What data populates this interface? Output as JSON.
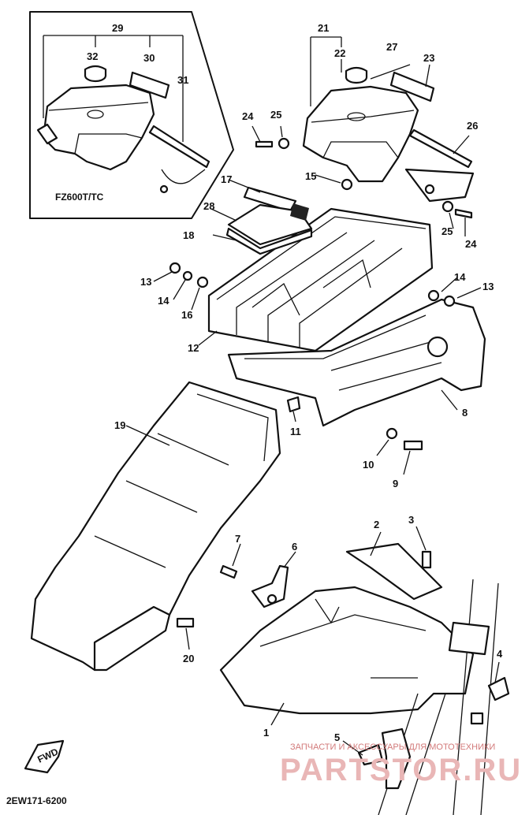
{
  "diagram": {
    "model_label": "FZ600T/TC",
    "drawing_code": "2EW171-6200",
    "fwd_arrow_label": "FWD",
    "watermark_line1": "ЗАПЧАСТИ И АКСЕССУАРЫ ДЛЯ МОТОТЕХНИКИ",
    "watermark_line2": "PARTSTOR.RU",
    "callouts": [
      {
        "id": "c1",
        "text": "1"
      },
      {
        "id": "c2",
        "text": "2"
      },
      {
        "id": "c3",
        "text": "3"
      },
      {
        "id": "c4",
        "text": "4"
      },
      {
        "id": "c5",
        "text": "5"
      },
      {
        "id": "c6",
        "text": "6"
      },
      {
        "id": "c7",
        "text": "7"
      },
      {
        "id": "c8",
        "text": "8"
      },
      {
        "id": "c9",
        "text": "9"
      },
      {
        "id": "c10",
        "text": "10"
      },
      {
        "id": "c11",
        "text": "11"
      },
      {
        "id": "c12",
        "text": "12"
      },
      {
        "id": "c13a",
        "text": "13"
      },
      {
        "id": "c13b",
        "text": "13"
      },
      {
        "id": "c14a",
        "text": "14"
      },
      {
        "id": "c14b",
        "text": "14"
      },
      {
        "id": "c15",
        "text": "15"
      },
      {
        "id": "c16",
        "text": "16"
      },
      {
        "id": "c17",
        "text": "17"
      },
      {
        "id": "c18",
        "text": "18"
      },
      {
        "id": "c19",
        "text": "19"
      },
      {
        "id": "c20",
        "text": "20"
      },
      {
        "id": "c21",
        "text": "21"
      },
      {
        "id": "c22",
        "text": "22"
      },
      {
        "id": "c23",
        "text": "23"
      },
      {
        "id": "c24a",
        "text": "24"
      },
      {
        "id": "c24b",
        "text": "24"
      },
      {
        "id": "c25a",
        "text": "25"
      },
      {
        "id": "c25b",
        "text": "25"
      },
      {
        "id": "c26",
        "text": "26"
      },
      {
        "id": "c27",
        "text": "27"
      },
      {
        "id": "c28",
        "text": "28"
      },
      {
        "id": "c29",
        "text": "29"
      },
      {
        "id": "c30",
        "text": "30"
      },
      {
        "id": "c31",
        "text": "31"
      },
      {
        "id": "c32",
        "text": "32"
      }
    ]
  }
}
